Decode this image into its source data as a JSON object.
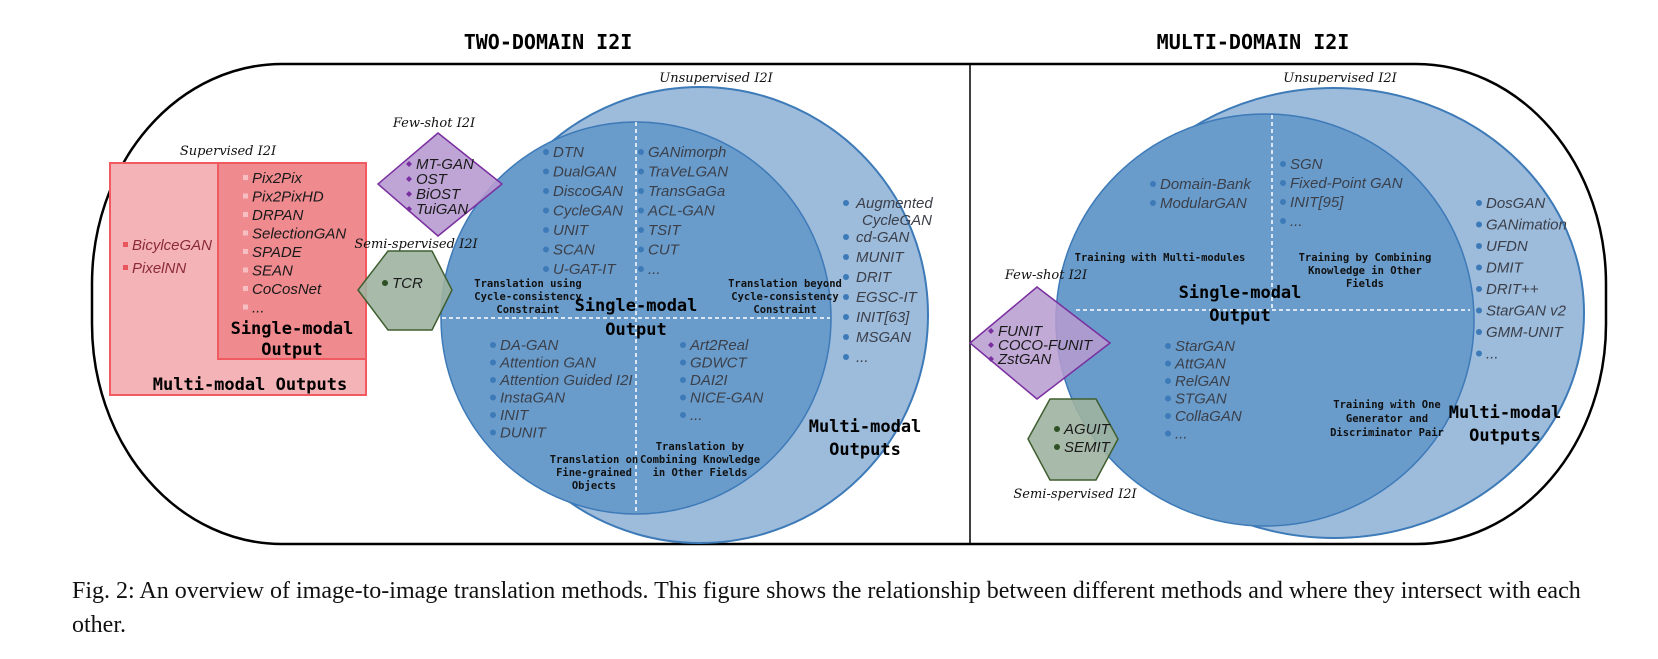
{
  "headers": {
    "left": "TWO-DOMAIN I2I",
    "right": "MULTI-DOMAIN I2I"
  },
  "colors": {
    "outer_ellipse": "#9dbbdb",
    "inner_circle": "#6a9ccb",
    "circle_stroke": "#3d7ab8",
    "supervised_outer": "#f4b3b6",
    "supervised_inner": "#ef8a8f",
    "supervised_stroke": "#f05a60",
    "fewshot_fill": "#b79bd0",
    "fewshot_stroke": "#7a2fa0",
    "semi_fill": "#9fb3a0",
    "semi_stroke": "#3f5f30"
  },
  "two_domain": {
    "unsupervised_label": "Unsupervised I2I",
    "supervised": {
      "label": "Supervised I2I",
      "multi_modal_methods": [
        "BicylceGAN",
        "PixelNN"
      ],
      "single_modal_methods": [
        "Pix2Pix",
        "Pix2PixHD",
        "DRPAN",
        "SelectionGAN",
        "SPADE",
        "SEAN",
        "CoCosNet",
        "..."
      ],
      "single_modal_title": [
        "Single-modal",
        "Output"
      ],
      "multi_modal_title": "Multi-modal Outputs"
    },
    "few_shot": {
      "label": "Few-shot I2I",
      "methods": [
        "MT-GAN",
        "OST",
        "BiOST",
        "TuiGAN"
      ]
    },
    "semi_supervised": {
      "label": "Semi-spervised I2I",
      "methods": [
        "TCR"
      ]
    },
    "single_modal": {
      "title": [
        "Single-modal",
        "Output"
      ],
      "quadrants": [
        {
          "label": [
            "Translation using",
            "Cycle-consistency",
            "Constraint"
          ],
          "methods": [
            "DTN",
            "DualGAN",
            "DiscoGAN",
            "CycleGAN",
            "UNIT",
            "SCAN",
            "U-GAT-IT"
          ]
        },
        {
          "label": [
            "Translation beyond",
            "Cycle-consistency",
            "Constraint"
          ],
          "methods": [
            "GANimorph",
            "TraVeLGAN",
            "TransGaGa",
            "ACL-GAN",
            "TSIT",
            "CUT",
            "..."
          ]
        },
        {
          "label": [
            "Translation on",
            "Fine-grained",
            "Objects"
          ],
          "methods": [
            "DA-GAN",
            "Attention GAN",
            "Attention Guided I2I",
            "InstaGAN",
            "INIT",
            "DUNIT"
          ]
        },
        {
          "label": [
            "Translation by",
            "Combining Knowledge",
            "in Other Fields"
          ],
          "methods": [
            "Art2Real",
            "GDWCT",
            "DAI2I",
            "NICE-GAN",
            "..."
          ]
        }
      ]
    },
    "multi_modal": {
      "title": [
        "Multi-modal",
        "Outputs"
      ],
      "methods": [
        "Augmented CycleGAN",
        "cd-GAN",
        "MUNIT",
        "DRIT",
        "EGSC-IT",
        "INIT[63]",
        "MSGAN",
        "..."
      ]
    }
  },
  "multi_domain": {
    "unsupervised_label": "Unsupervised I2I",
    "few_shot": {
      "label": "Few-shot I2I",
      "methods": [
        "FUNIT",
        "COCO-FUNIT",
        "ZstGAN"
      ]
    },
    "semi_supervised": {
      "label": "Semi-spervised I2I",
      "methods": [
        "AGUIT",
        "SEMIT"
      ]
    },
    "single_modal": {
      "title": [
        "Single-modal",
        "Output"
      ],
      "quadrants": [
        {
          "label": [
            "Training with Multi-modules"
          ],
          "methods": [
            "Domain-Bank",
            "ModularGAN"
          ]
        },
        {
          "label": [
            "Training by Combining",
            "Knowledge in Other",
            "Fields"
          ],
          "methods": [
            "SGN",
            "Fixed-Point GAN",
            "INIT[95]",
            "..."
          ]
        },
        {
          "label": [
            "Training with One",
            "Generator and",
            "Discriminator Pair"
          ],
          "methods": [
            "StarGAN",
            "AttGAN",
            "RelGAN",
            "STGAN",
            "CollaGAN",
            "..."
          ]
        }
      ]
    },
    "multi_modal": {
      "title": [
        "Multi-modal",
        "Outputs"
      ],
      "methods": [
        "DosGAN",
        "GANimation",
        "UFDN",
        "DMIT",
        "DRIT++",
        "StarGAN v2",
        "GMM-UNIT",
        "..."
      ]
    }
  },
  "caption": "Fig. 2: An overview of image-to-image translation methods. This figure shows the relationship between different methods and where they intersect with each other."
}
